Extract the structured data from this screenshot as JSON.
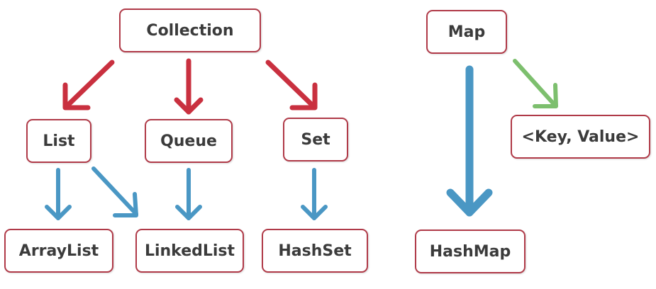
{
  "diagram": {
    "nodes": {
      "collection": "Collection",
      "list": "List",
      "queue": "Queue",
      "set": "Set",
      "arraylist": "ArrayList",
      "linkedlist": "LinkedList",
      "hashset": "HashSet",
      "map": "Map",
      "keyvalue": "<Key, Value>",
      "hashmap": "HashMap"
    },
    "colors": {
      "node_border": "#b03a48",
      "collection_arrows": "#c9303f",
      "subtype_arrows": "#4a97c4",
      "map_entry_arrow": "#7dbf6e",
      "text": "#3b3b3b"
    }
  }
}
